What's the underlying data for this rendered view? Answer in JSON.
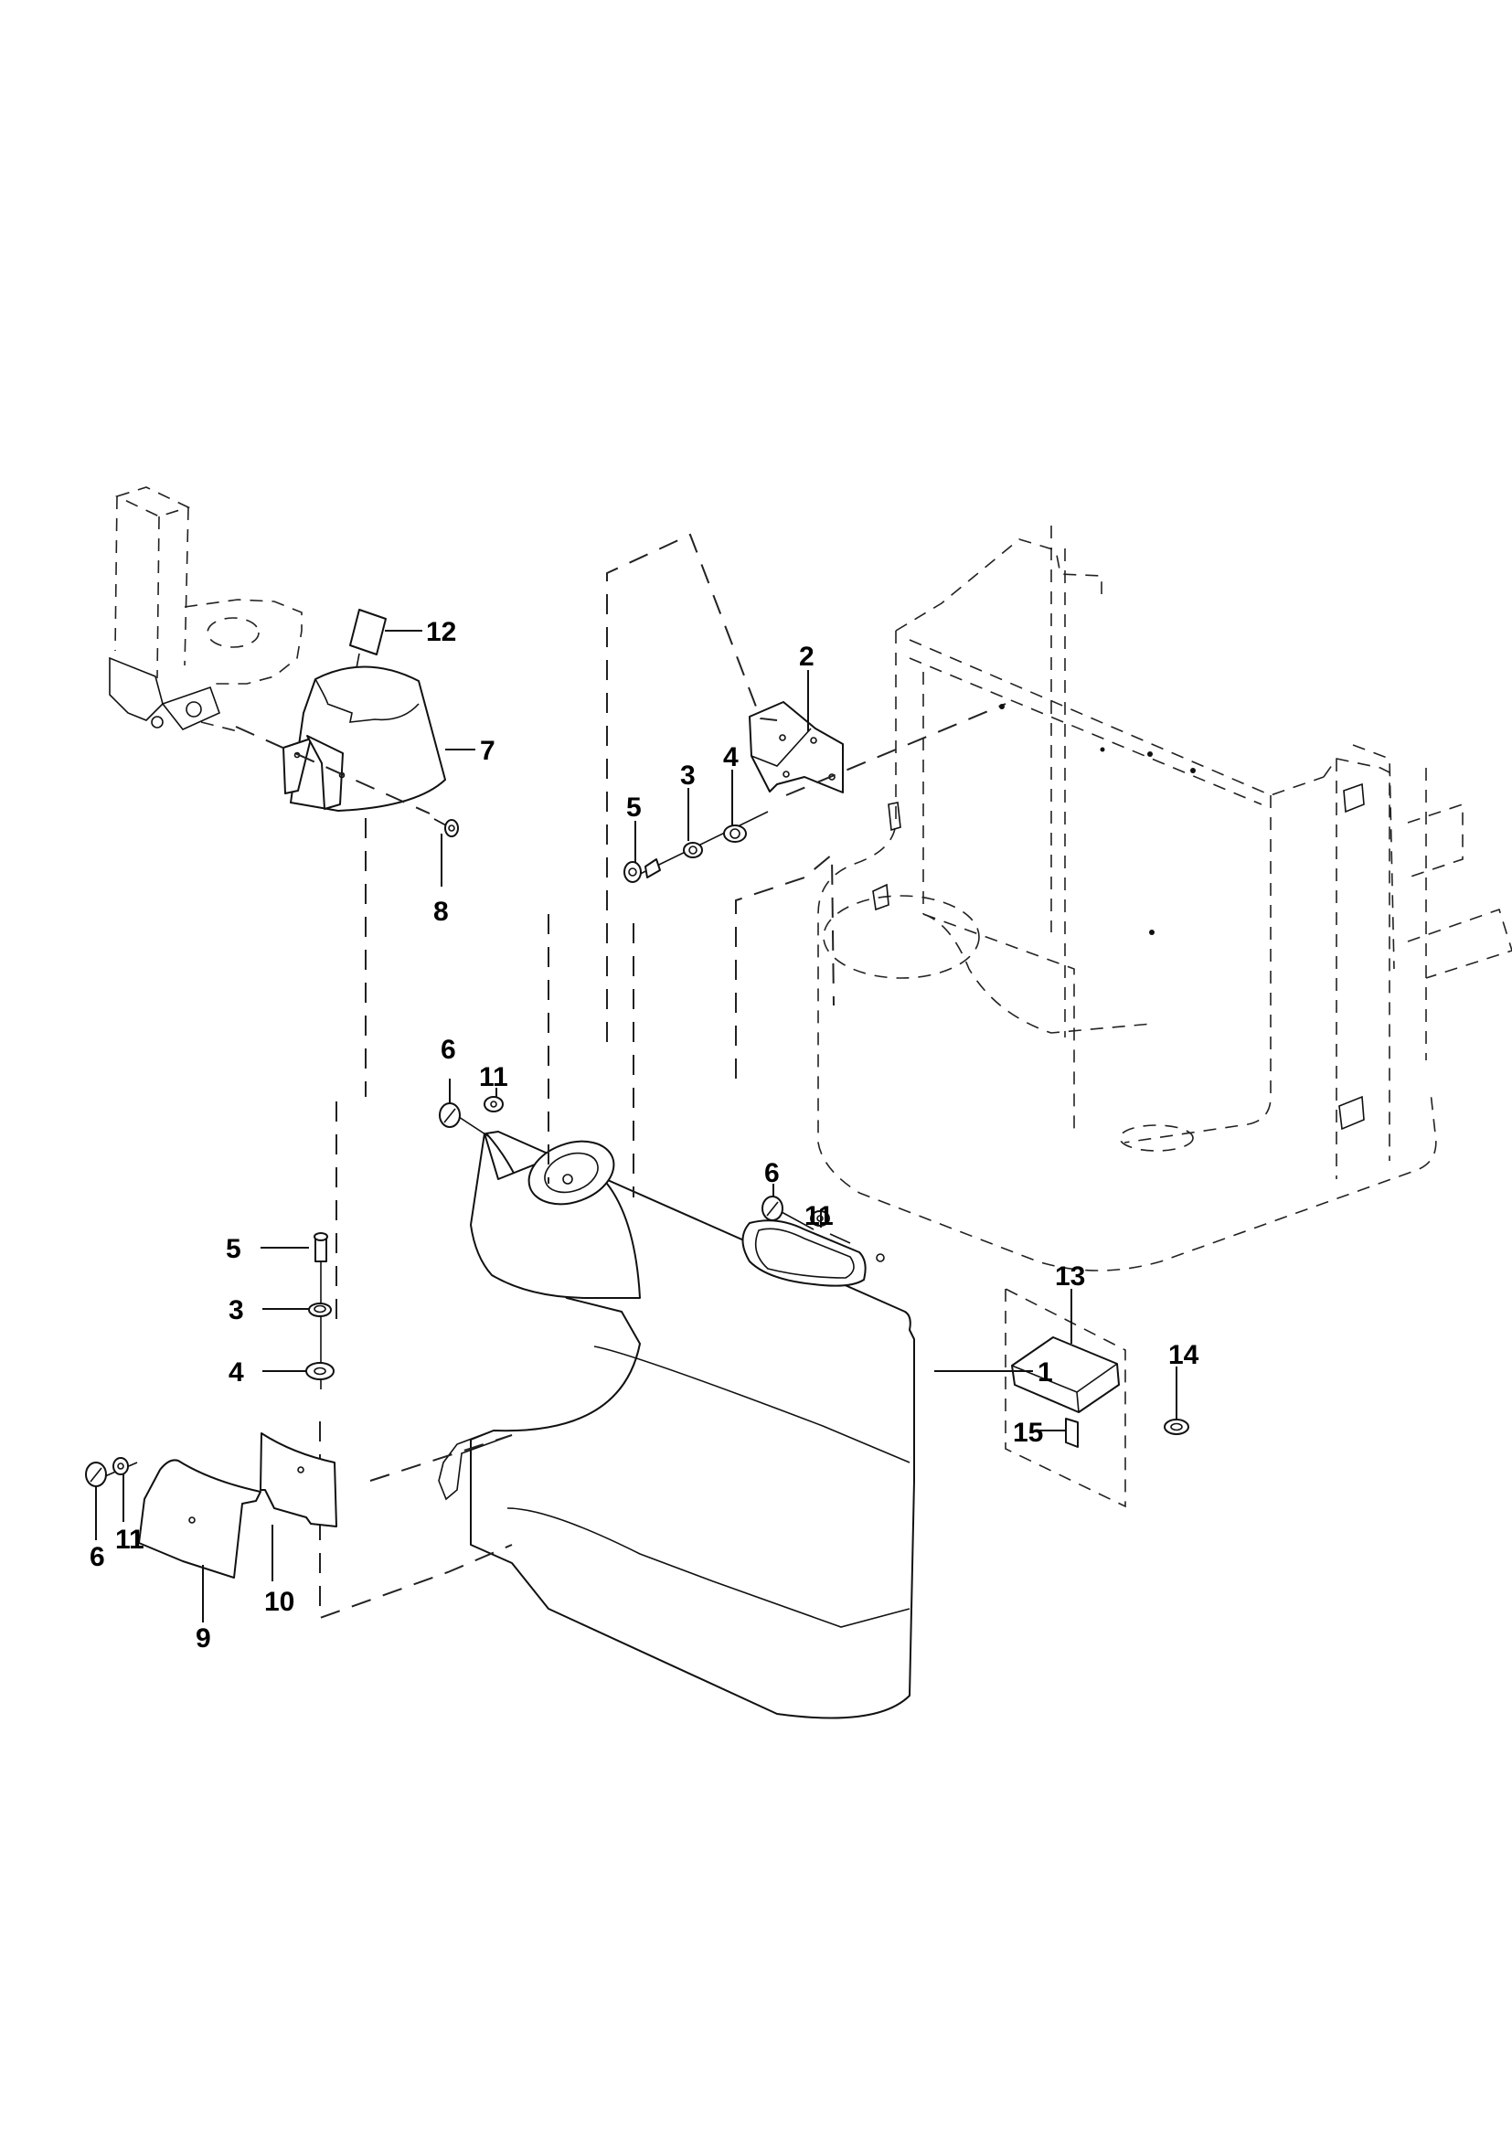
{
  "diagram": {
    "type": "exploded parts diagram",
    "background": "#ffffff",
    "line_color": "#111111",
    "callouts": [
      {
        "id": "c12",
        "label": "12",
        "part": "label decal"
      },
      {
        "id": "c7",
        "label": "7",
        "part": "conical cover"
      },
      {
        "id": "c8",
        "label": "8",
        "part": "screw"
      },
      {
        "id": "c2",
        "label": "2",
        "part": "bracket"
      },
      {
        "id": "c3a",
        "label": "3",
        "part": "lock washer"
      },
      {
        "id": "c4a",
        "label": "4",
        "part": "flat washer"
      },
      {
        "id": "c5a",
        "label": "5",
        "part": "socket head cap screw"
      },
      {
        "id": "c6a",
        "label": "6",
        "part": "slotted screw"
      },
      {
        "id": "c11a",
        "label": "11",
        "part": "washer"
      },
      {
        "id": "c6b",
        "label": "6",
        "part": "slotted screw"
      },
      {
        "id": "c11b",
        "label": "11",
        "part": "washer"
      },
      {
        "id": "c5b",
        "label": "5",
        "part": "socket head cap screw"
      },
      {
        "id": "c3b",
        "label": "3",
        "part": "lock washer"
      },
      {
        "id": "c4b",
        "label": "4",
        "part": "flat washer"
      },
      {
        "id": "c13",
        "label": "13",
        "part": "kit box"
      },
      {
        "id": "c14",
        "label": "14",
        "part": "washer"
      },
      {
        "id": "c15",
        "label": "15",
        "part": "tag"
      },
      {
        "id": "c1",
        "label": "1",
        "part": "main cover panel"
      },
      {
        "id": "c10",
        "label": "10",
        "part": "small plate"
      },
      {
        "id": "c9",
        "label": "9",
        "part": "curved plate"
      },
      {
        "id": "c11c",
        "label": "11",
        "part": "washer"
      },
      {
        "id": "c6c",
        "label": "6",
        "part": "slotted screw"
      }
    ]
  }
}
